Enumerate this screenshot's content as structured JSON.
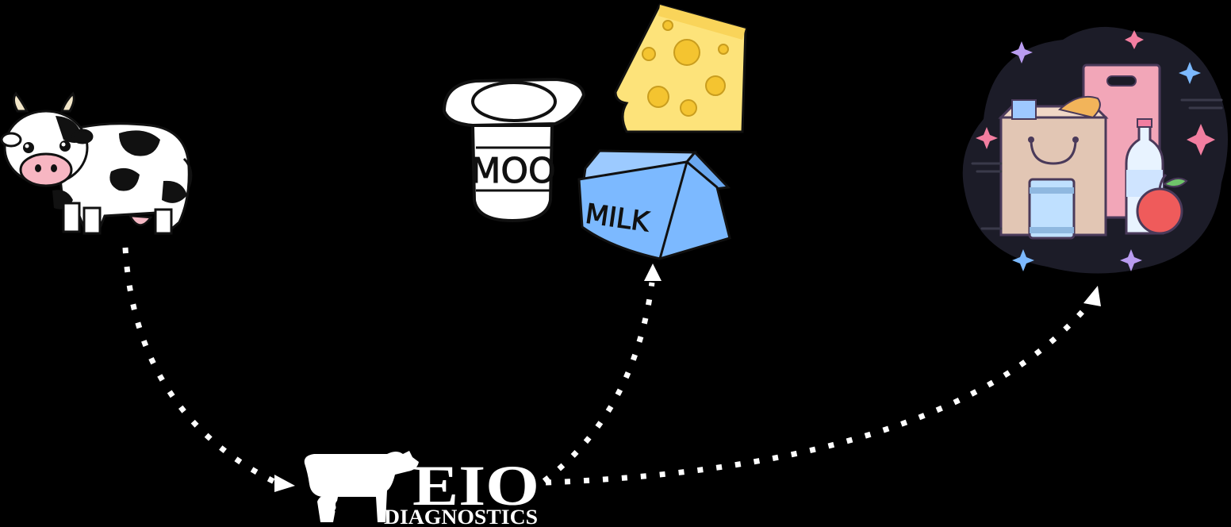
{
  "colors": {
    "background": "#000000",
    "arrow": "#ffffff",
    "cheese": "#fde37a",
    "cheese_shadow": "#f4c430",
    "milk_carton": "#7cb9ff",
    "bag_pink": "#f2a6b8",
    "bag_brown": "#e2c6b4",
    "blob": "#1a1a24",
    "apple": "#ef5b5b"
  },
  "icons": {
    "cow": "cow-icon",
    "yogurt": "yogurt-cup-icon",
    "cheese": "cheese-wedge-icon",
    "milk": "milk-carton-icon",
    "groceries": "grocery-bags-icon",
    "logo": "eio-cow-logo"
  },
  "products": {
    "yogurt_label": "MOO",
    "milk_label": "MILK"
  },
  "logo": {
    "name": "EIO",
    "tagline": "DIAGNOSTICS"
  },
  "flow": {
    "edges": [
      {
        "from": "cow",
        "to": "eio-diagnostics"
      },
      {
        "from": "eio-diagnostics",
        "to": "dairy-products"
      },
      {
        "from": "eio-diagnostics",
        "to": "grocery-store"
      }
    ]
  }
}
